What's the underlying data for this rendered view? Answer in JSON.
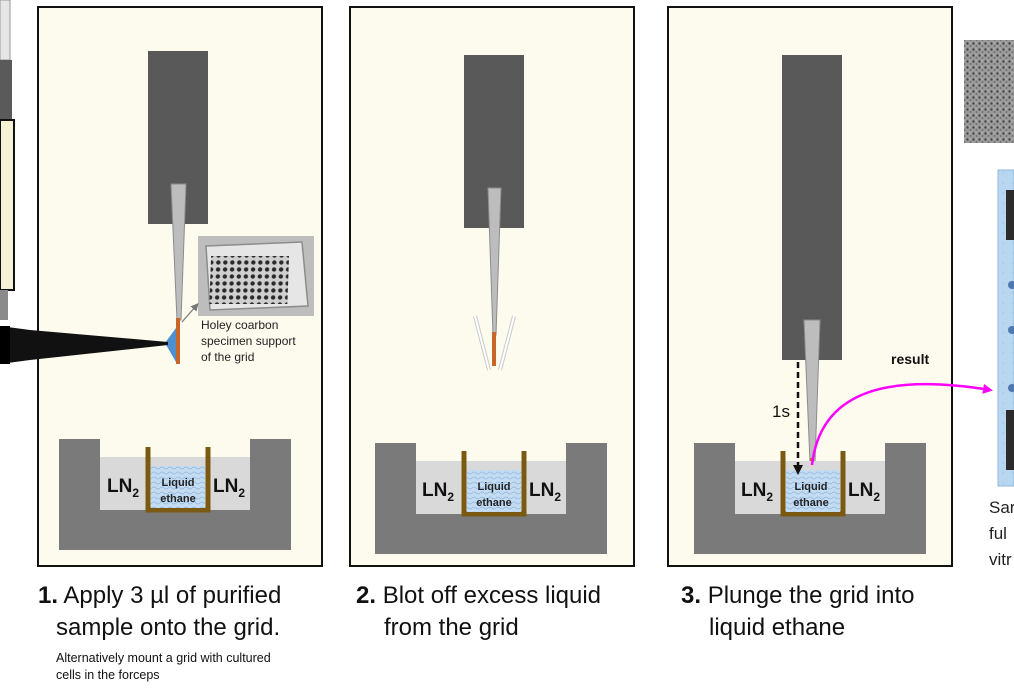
{
  "panels": [
    {
      "step_number": "1.",
      "line1": "Apply 3 µl of purified",
      "line2": "sample onto the grid.",
      "note1": "Alternatively mount a grid with cultured",
      "note2": "cells in the forceps"
    },
    {
      "step_number": "2.",
      "line1": "Blot off excess liquid",
      "line2": "from the grid"
    },
    {
      "step_number": "3.",
      "line1": "Plunge the grid into",
      "line2": "liquid ethane"
    }
  ],
  "labels": {
    "ln2_base": "LN",
    "ln2_sub": "2",
    "ethane1": "Liquid",
    "ethane2": "ethane",
    "callout1": "Holey coarbon",
    "callout2": "specimen support",
    "callout3": "of the grid",
    "time": "1s",
    "result": "result"
  },
  "right_fragment": {
    "line1": "Sar",
    "line2": "ful",
    "line3": "vitr"
  },
  "colors": {
    "panel_bg": "#fdfbee",
    "metal": "#595959",
    "dewar": "#7a7a7a",
    "ln2": "#d9d9d9",
    "cup": "#7a5a12",
    "ethane": "#bcd8ef",
    "copper": "#c8662a",
    "arrow": "#ff00ff",
    "sample": "#4d8fd0"
  }
}
